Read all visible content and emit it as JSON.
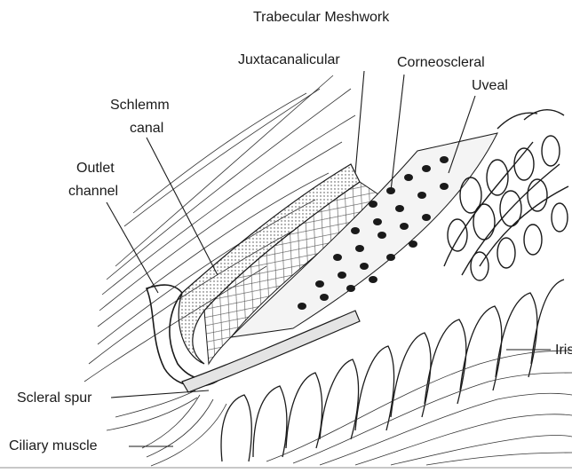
{
  "labels": {
    "title": "Trabecular Meshwork",
    "juxtacanalicular": "Juxtacanalicular",
    "corneoscleral": "Corneoscleral",
    "uveal": "Uveal",
    "schlemm_line1": "Schlemm",
    "schlemm_line2": "canal",
    "outlet_line1": "Outlet",
    "outlet_line2": "channel",
    "iris": "Iris",
    "scleral_spur": "Scleral spur",
    "ciliary_muscle": "Ciliary muscle"
  },
  "colors": {
    "ink": "#1a1a1a",
    "background": "#ffffff",
    "shade": "#d9d9d9"
  }
}
